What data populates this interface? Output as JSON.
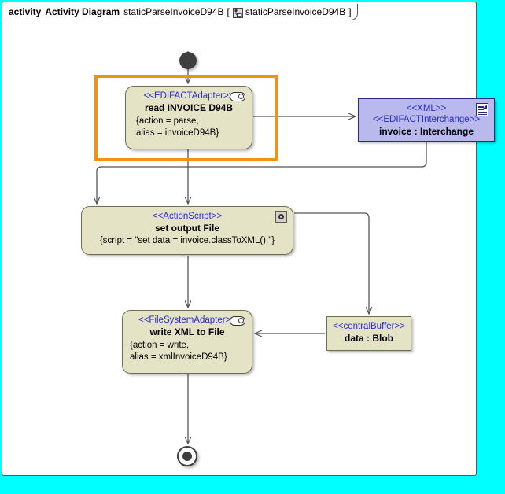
{
  "background_color": "#00FFFF",
  "frame": {
    "kind_label": "activity",
    "diagram_type": "Activity Diagram",
    "diagram_name": "staticParseInvoiceD94B",
    "bracket_open": "[",
    "bracket_close": "]",
    "context_name": "staticParseInvoiceD94B",
    "context_icon": "activity-diagram-icon"
  },
  "nodes": {
    "initial": {
      "name": "initial-node"
    },
    "final": {
      "name": "activity-final-node"
    },
    "read_invoice": {
      "stereotype": "<<EDIFACTAdapter>>",
      "name": "read INVOICE D94B",
      "props_line1": "{action = parse,",
      "props_line2": "alias = invoiceD94B}",
      "icon": "adapter-pin-icon",
      "fill": "#E4E3C6",
      "selected": true
    },
    "invoice_object": {
      "stereotype1": "<<XML>>",
      "stereotype2": "<<EDIFACTInterchange>>",
      "name": "invoice : Interchange",
      "icon": "document-icon",
      "fill": "#B9B9EE"
    },
    "set_output_file": {
      "stereotype": "<<ActionScript>>",
      "name": "set output File",
      "props_line1": "{script = \"set data = invoice.classToXML();\"}",
      "icon": "gear-icon",
      "fill": "#E4E3C6"
    },
    "write_xml": {
      "stereotype": "<<FileSystemAdapter>>",
      "name": "write XML to File",
      "props_line1": "{action = write,",
      "props_line2": "alias = xmlInvoiceD94B}",
      "icon": "adapter-pin-icon",
      "fill": "#E4E3C6"
    },
    "data_buffer": {
      "stereotype": "<<centralBuffer>>",
      "name": "data : Blob",
      "fill": "#E4E3C6"
    }
  },
  "flows": [
    {
      "from": "initial",
      "to": "read_invoice"
    },
    {
      "from": "read_invoice",
      "to": "invoice_object"
    },
    {
      "from": "read_invoice",
      "to": "set_output_file"
    },
    {
      "from": "invoice_object",
      "to": "set_output_file"
    },
    {
      "from": "set_output_file",
      "to": "data_buffer"
    },
    {
      "from": "set_output_file",
      "to": "write_xml"
    },
    {
      "from": "data_buffer",
      "to": "write_xml"
    },
    {
      "from": "write_xml",
      "to": "final"
    }
  ],
  "colors": {
    "selection": "#F29211",
    "stereotype_text": "#2A2AD0",
    "action_fill": "#E4E3C6",
    "object_fill": "#B9B9EE",
    "line": "#555555"
  }
}
